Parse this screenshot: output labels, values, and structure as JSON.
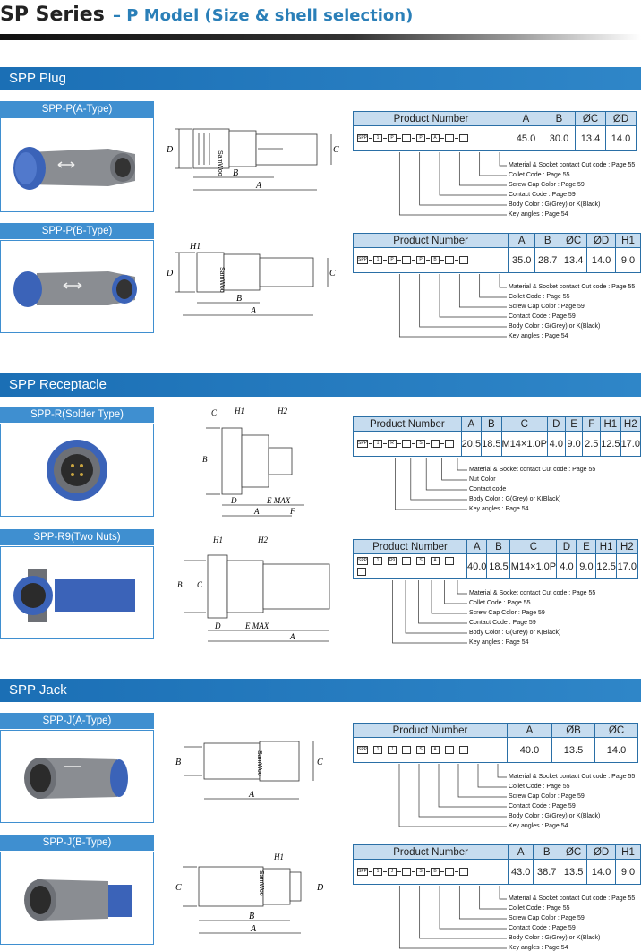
{
  "header": {
    "series": "SP Series",
    "subtitle": "– P Model (Size & shell selection)"
  },
  "sections": {
    "plug": "SPP Plug",
    "receptacle": "SPP Receptacle",
    "jack": "SPP Jack"
  },
  "tags": {
    "pa": "SPP-P(A-Type)",
    "pb": "SPP-P(B-Type)",
    "rs": "SPP-R(Solder Type)",
    "r9": "SPP-R9(Two Nuts)",
    "ja": "SPP-J(A-Type)",
    "jb": "SPP-J(B-Type)"
  },
  "product_number_label": "Product Number",
  "brand_text": "SamWoo",
  "tables": {
    "pa": {
      "headers": [
        "A",
        "B",
        "ØC",
        "ØD"
      ],
      "values": [
        "45.0",
        "30.0",
        "13.4",
        "14.0"
      ],
      "code": [
        "SPP",
        "1",
        "P",
        "",
        "P",
        "A",
        "",
        ""
      ]
    },
    "pb": {
      "headers": [
        "A",
        "B",
        "ØC",
        "ØD",
        "H1"
      ],
      "values": [
        "35.0",
        "28.7",
        "13.4",
        "14.0",
        "9.0"
      ],
      "code": [
        "SPP",
        "1",
        "P",
        "",
        "P",
        "B",
        "",
        ""
      ]
    },
    "rs": {
      "headers": [
        "A",
        "B",
        "C",
        "D",
        "E",
        "F",
        "H1",
        "H2"
      ],
      "values": [
        "20.5",
        "18.5",
        "M14×1.0P",
        "4.0",
        "9.0",
        "2.5",
        "12.5",
        "17.0"
      ],
      "code": [
        "SPP",
        "1",
        "R",
        "",
        "S",
        "",
        ""
      ]
    },
    "r9": {
      "headers": [
        "A",
        "B",
        "C",
        "D",
        "E",
        "H1",
        "H2"
      ],
      "values": [
        "40.0",
        "18.5",
        "M14×1.0P",
        "4.0",
        "9.0",
        "12.5",
        "17.0"
      ],
      "code": [
        "SPP",
        "1",
        "R9",
        "",
        "S",
        "A",
        "",
        ""
      ]
    },
    "ja": {
      "headers": [
        "A",
        "ØB",
        "ØC"
      ],
      "values": [
        "40.0",
        "13.5",
        "14.0"
      ],
      "code": [
        "SPP",
        "1",
        "J",
        "",
        "S",
        "A",
        "",
        ""
      ]
    },
    "jb": {
      "headers": [
        "A",
        "B",
        "ØC",
        "ØD",
        "H1"
      ],
      "values": [
        "43.0",
        "38.7",
        "13.5",
        "14.0",
        "9.0"
      ],
      "code": [
        "SPP",
        "1",
        "J",
        "",
        "S",
        "B",
        "",
        ""
      ]
    }
  },
  "legends": {
    "plug": [
      "Material & Socket contact Cut code : Page 55",
      "Collet Code : Page 55",
      "Screw Cap Color : Page 59",
      "Contact Code : Page 59",
      "Body Color : G(Grey) or K(Black)",
      "Key angles : Page 54"
    ],
    "rs": [
      "Material & Socket contact Cut code : Page 55",
      "Nut Color",
      "Contact code",
      "Body Color : G(Grey) or K(Black)",
      "Key angles : Page 54"
    ],
    "r9": [
      "Material & Socket contact Cut code : Page 55",
      "Collet Code : Page 55",
      "Screw Cap Color : Page 59",
      "Contact Code : Page 59",
      "Body Color : G(Grey) or K(Black)",
      "Key angles : Page 54"
    ]
  },
  "dims": {
    "pa": {
      "a": "A",
      "b": "B",
      "c": "C",
      "d": "D"
    },
    "pb": {
      "a": "A",
      "b": "B",
      "c": "C",
      "d": "D",
      "h1": "H1"
    },
    "rs": {
      "c": "C",
      "h1": "H1",
      "h2": "H2",
      "b": "B",
      "d": "D",
      "e": "E MAX",
      "a": "A",
      "f": "F"
    },
    "r9": {
      "h1": "H1",
      "h2": "H2",
      "b": "B",
      "c": "C",
      "d": "D",
      "e": "E MAX",
      "a": "A"
    },
    "ja": {
      "b": "B",
      "c": "C",
      "a": "A"
    },
    "jb": {
      "h1": "H1",
      "c": "C",
      "d": "D",
      "b": "B",
      "a": "A"
    }
  },
  "colors": {
    "accent": "#2f86c8",
    "table_header": "#c6dcef",
    "connector_blue": "#3b63b8",
    "connector_grey": "#8a8d92"
  },
  "icons": [
    "double-arrow-icon"
  ]
}
